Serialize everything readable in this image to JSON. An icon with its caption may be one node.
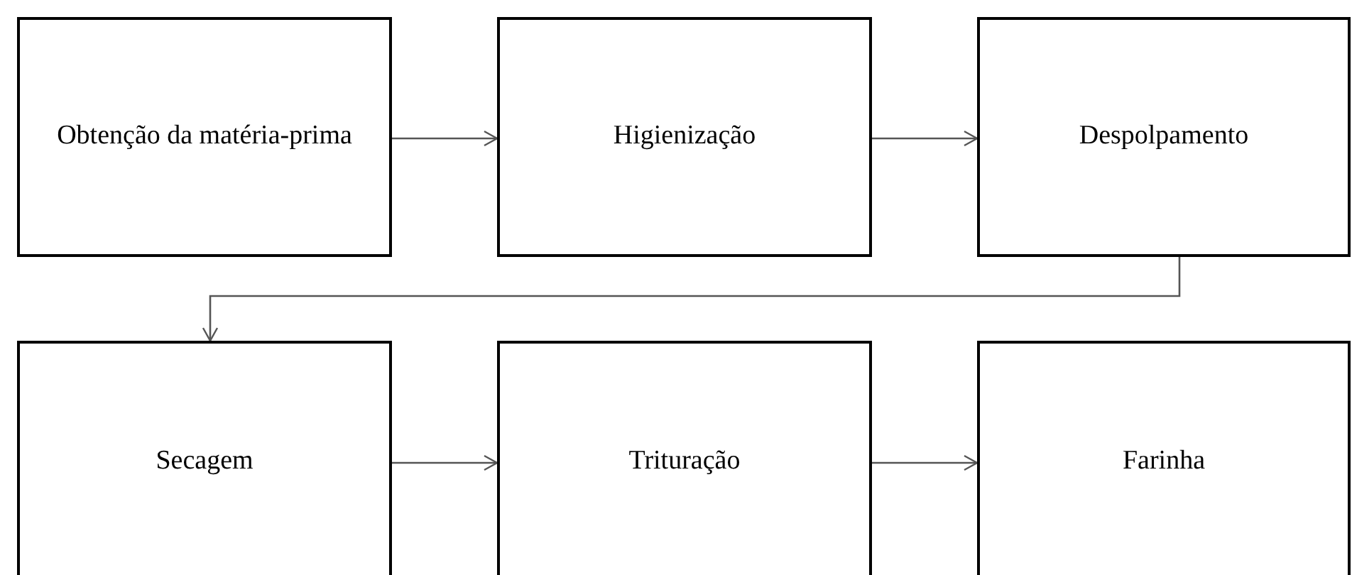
{
  "diagram": {
    "nodes": [
      {
        "text": [
          "Obtenção da matéria-prima"
        ]
      },
      {
        "text": [
          "Higienização"
        ]
      },
      {
        "text": [
          "Despolpamento"
        ]
      },
      {
        "text": [
          "Secagem"
        ]
      },
      {
        "text": [
          "Trituração"
        ]
      },
      {
        "text": [
          "Farinha"
        ]
      }
    ],
    "edges": [
      {
        "from": 0,
        "to": 1,
        "arrow": "to"
      },
      {
        "from": 1,
        "to": 2,
        "arrow": "to"
      },
      {
        "from": 2,
        "to": 3,
        "arrow": "to"
      },
      {
        "from": 3,
        "to": 4,
        "arrow": "to"
      },
      {
        "from": 4,
        "to": 5,
        "arrow": "to"
      }
    ]
  }
}
